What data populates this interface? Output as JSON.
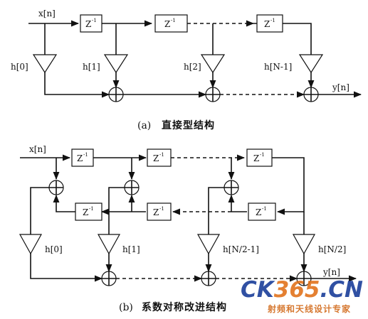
{
  "diagram_a": {
    "input_label": "x[n]",
    "delay_labels": [
      "Z",
      "Z",
      "Z"
    ],
    "delay_exponent": "-1",
    "coefficients": [
      "h[0]",
      "h[1]",
      "h[2]",
      "h[N-1]"
    ],
    "output_label": "y[n]",
    "caption_letter": "(a)",
    "caption_text": "直接型结构"
  },
  "diagram_b": {
    "input_label": "x[n]",
    "delay_labels_top": [
      "Z",
      "Z",
      "Z"
    ],
    "delay_labels_bottom": [
      "Z",
      "Z",
      "Z"
    ],
    "delay_exponent": "-1",
    "coefficients": [
      "h[0]",
      "h[1]",
      "h[N/2-1]",
      "h[N/2]"
    ],
    "output_label": "y[n]",
    "caption_letter": "(b)",
    "caption_text": "系数对称改进结构"
  },
  "watermark": {
    "brand_a": "CK",
    "brand_b": "365",
    "brand_c": ".CN",
    "tagline": "射频和天线设计专家",
    "color_blue": "#1a3e9a",
    "color_orange": "#e2731c"
  }
}
